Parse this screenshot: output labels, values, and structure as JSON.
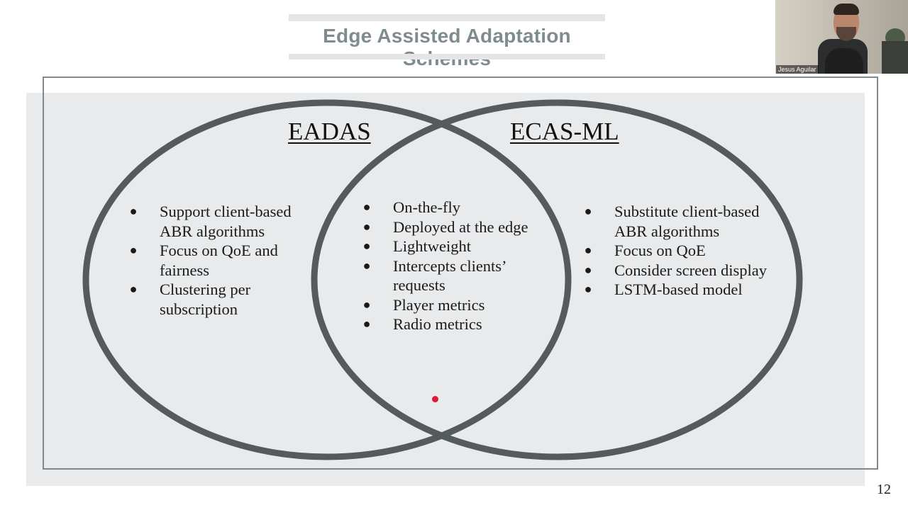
{
  "slide": {
    "title": "Edge Assisted Adaptation Schemes",
    "page_number": "12"
  },
  "venn": {
    "left": {
      "heading": "EADAS",
      "items": [
        "Support client-based ABR algorithms",
        "Focus on QoE and fairness",
        "Clustering per subscription"
      ]
    },
    "overlap": {
      "items": [
        "On-the-fly",
        "Deployed at the edge",
        "Lightweight",
        "Intercepts clients’ requests",
        "Player metrics",
        "Radio metrics"
      ]
    },
    "right": {
      "heading": "ECAS-ML",
      "items": [
        "Substitute client-based ABR algorithms",
        "Focus on QoE",
        "Consider screen display",
        "LSTM-based model"
      ]
    },
    "ring_color": "#555a5c"
  },
  "participant": {
    "name": "Jesus Aguilar"
  },
  "colors": {
    "title": "#7f8c8f",
    "panel": "#e8eaec",
    "frame": "#7e8a8e",
    "pointer": "#e0183c"
  }
}
